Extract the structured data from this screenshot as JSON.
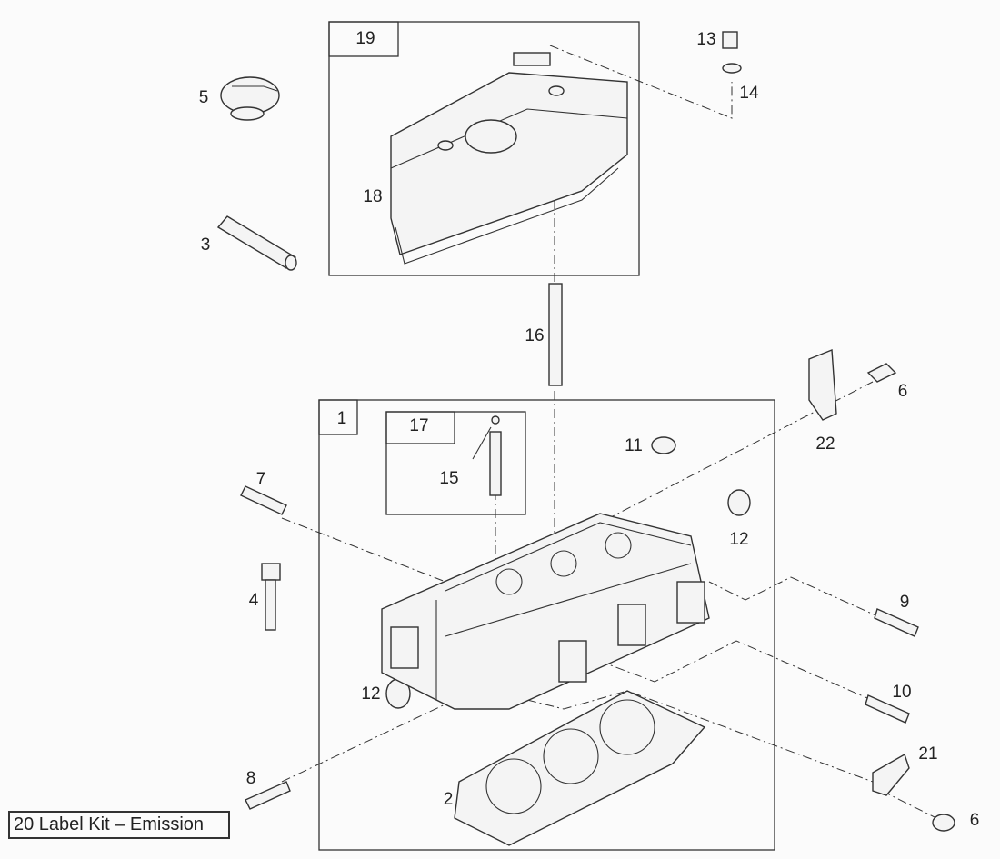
{
  "diagram": {
    "kit_label": "20 Label Kit – Emission",
    "callouts": {
      "c19": "19",
      "c13": "13",
      "c14": "14",
      "c5": "5",
      "c18": "18",
      "c3": "3",
      "c16": "16",
      "c6a": "6",
      "c22": "22",
      "c1": "1",
      "c17": "17",
      "c11": "11",
      "c15": "15",
      "c7": "7",
      "c12a": "12",
      "c4": "4",
      "c9": "9",
      "c12b": "12",
      "c10": "10",
      "c21": "21",
      "c8": "8",
      "c2": "2",
      "c6b": "6"
    }
  }
}
